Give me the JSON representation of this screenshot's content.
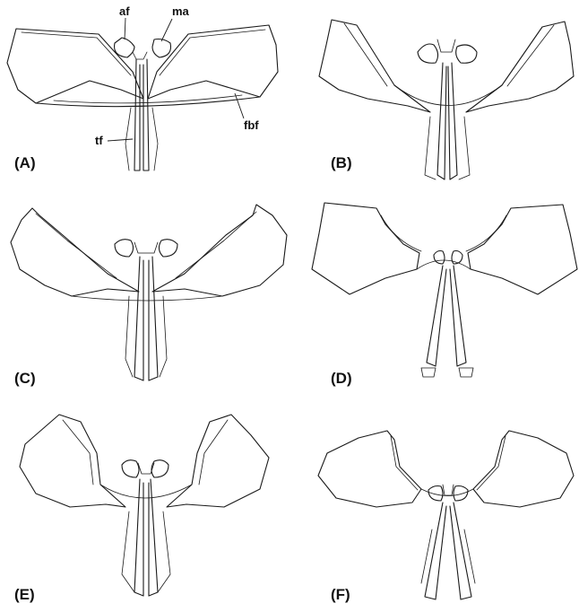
{
  "panels": [
    {
      "label": "(A)"
    },
    {
      "label": "(B)"
    },
    {
      "label": "(C)"
    },
    {
      "label": "(D)"
    },
    {
      "label": "(E)"
    },
    {
      "label": "(F)"
    }
  ],
  "annotations": {
    "af": "af",
    "ma": "ma",
    "tf": "tf",
    "fbf": "fbf"
  },
  "colors": {
    "ink": "#1a1a1a",
    "background": "#ffffff"
  }
}
